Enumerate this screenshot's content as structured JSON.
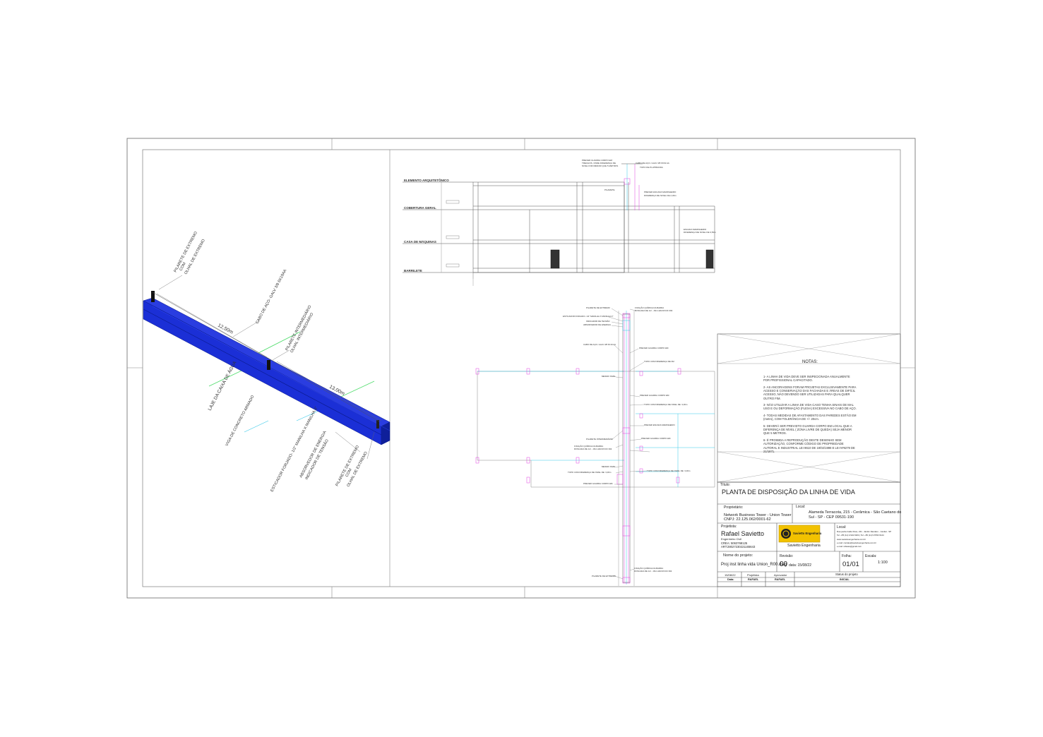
{
  "sheet": {
    "title_label": "Título:",
    "title": "PLANTA DE DISPOSIÇÃO DA LINHA DE VIDA",
    "owner_label": "Proprietário:",
    "owner_name": "Network Business Tower - Union Tower",
    "owner_cnpj": "CNPJ: 22.125.062/0001-62",
    "location_label": "Local:",
    "location_line1": "Alameda Terracota, 215 - Cerâmica - São Caetano do",
    "location_line2": "Sul - SP - CEP 09531-190",
    "designer_label": "Projetista:",
    "designer_name": "Rafael Savietto",
    "designer_role": "Engenheiro Civil",
    "designer_crea": "CREA: 5063768125",
    "designer_art": "ART:28027230221165643",
    "company_logo_text": "Savietto Engenharia",
    "company_name": "Savietto Engenharia",
    "company_location_label": "Local:",
    "company_address": "Rua pedra Calde Ross, 241 - Jardim Dandaro - Jundiaí - SP",
    "company_phone": "Tel: +55 (11) 4-522-5204 | Tel: +55 (11) 9 8790 6144",
    "company_site": "www.saviettoengenharia.com.br",
    "company_email": "e-mail: contato@saviettoengenharia.com.br",
    "company_email2": "e-mail: rafasav@gmail.com",
    "project_name_label": "Nome do projeto:",
    "project_file": "Proj inst linha vida Union_R00.dwg",
    "revision_label": "Revisão:",
    "revision": "00",
    "revision_date": "data: 15/08/22",
    "sheet_label": "Folha:",
    "sheet_number": "01/01",
    "scale_label": "Escala:",
    "scale": "1:100",
    "hist_date": "15/08/22",
    "hist_designer": "RAFAEL",
    "hist_approver": "RAFAEL",
    "hist_status": "INICIAL",
    "hist_h_date": "Data:",
    "hist_h_designer": "Projetista",
    "hist_h_approver": "Aprovador",
    "hist_h_status": "Status do projeto"
  },
  "notes": {
    "title": "NOTAS:",
    "items": [
      "1- A LINHA DE VIDA DEVE SER INSPECIONADA ANUALMENTE POR PROFISSIONAL CAPACITADO.",
      "2- AS ANCORAGENS FORAM PROJETAS EXCLUSIVAMENTE PARA ACESSO E CONSERVAÇÃO DAS FACHADAS E ÁREAS DE DIFÍCIL ACESSO, NÃO DEVENDO SER UTILIZADAS PARA QUALQUER OUTRO FIM.",
      "3- NÃO UTILIZAR A LINHA DE VIDA CASO TENHA SINAIS DE MAL USO E OU DEFORMAÇÃO (FLEXA) EXCESSIVA NO CABO DE AÇO.",
      "4- TODAS MEDIDAS DE AFASTAMENTO DAS PAREDES ESTÃO EM (metro), COM TOLERÂNCIA DE +/- 20cm.",
      "5- DEVERÁ SER PREVISTO GUARDA CORPO EM LOCAL QUE A DIFERENÇA DE NÍVEL ( ZONA LIVRE DE QUEDA) SEJA MENOR QUE 5 METROS.",
      "6- É PROIBIDA A REPRODUÇÃO DESTE DESENHO SEM AUTORIZAÇÃO, CONFORME CÓDIGO DE PROPRIEDADE AUTORAL E INDUSTRIAL LEI 9610 DE 19/02/1998 E LEI Nº9279 DE 21/1871."
    ]
  },
  "iso_labels": {
    "pilarete_extremo_top": "PILARETE DE EXTREMO",
    "com_top": "COM",
    "olhal_extremo_top": "OLHAL DE EXTREMO",
    "cabo_aco": "CABO DE AÇO- GALV 3/8 6X19AA",
    "dim_1250": "12,50m",
    "pilarete_intermediario": "PILARETE INTERMEDIÁRIO",
    "olhal_intermediario": "OLHAL INTERMEDIÁRIO",
    "laje": "LAJE DA CAIXA DE ÁGUA",
    "dim_1300": "13,00m",
    "viga": "VIGA DE CONCRETO ARMADO",
    "absorvedor": "ABSORVEDOR DE ENERGIA",
    "indicador": "INDICADOR DE TENSÃO",
    "esticador": "ESTICADOR FORJADO- 1/2\" MANILHA X MANILHA 3\"",
    "pilarete_extremo_bot": "PILARETE DE EXTREMO",
    "com_bot": "COM",
    "olhal_extremo_bot": "OLHAL DE EXTREMO"
  },
  "section_labels": {
    "level1": "ELEMENTO ARQUITETÔNICO",
    "level2": "COBERTURA GERAL",
    "level3": "CASA DE MÁQUINAS",
    "level4": "BARRILETE",
    "top_note1": "PREVER GUARDA CORPO EM",
    "top_note2": "TRECHOS, ONDE DIFERENÇA DE",
    "top_note3": "NIVEL FOR MENOR QUE 5 METROS",
    "top_note4": "CABO DE AÇO- GALV 3/8 6X19 AA",
    "top_note5": "TOPO DE PLATIBANDA",
    "top_note6": "PILARETE",
    "top_note7": "PREVER ESCADA MARINHEIRO",
    "top_note8": "DIFERENÇA DE NIVEL DE 2,30m",
    "right_note1": "ESCADA MARINHEIRO",
    "right_note2": "DIFERENÇA DE NIVEL DE 3,50m"
  },
  "plan_labels": {
    "pilarete_extremo_top": "PILARETE DE EXTREMO",
    "esticador": "ESTICADOR FORJADO- 1/2\" MANILHA X MANILHA 3\"",
    "indicador": "INDICADOR DE TENSÃO",
    "absorvedor": "ABSORVEDOR DE ENERGIA",
    "fixacao_top": "FIXAÇÃO QUÍMICA DA BARRA",
    "fixacao_top2": "ROSCADA DE 1/2 - 15cm EM ROCK 394",
    "cabo_aco": "CABO DE AÇO- GALV 3/8 6X19 AA",
    "guarda_corpo1": "PREVER GUARDA CORPO EM",
    "topo_3m": "TOPO COM DIFERENÇA DE 3M",
    "mesmo_nivel1": "MESMO NIVEL",
    "guarda_corpo2": "PREVER GUARDA CORPO EM",
    "topo_dif1": "TOPO COM DIFERENÇA DE NIVEL DE: 3,30m",
    "escada1": "PREVER ESCADA MARINHEIRO",
    "pilarete_inter": "PILARETE INTERMEDIÁRIO",
    "guarda_corpo3": "PREVER GUARDA CORPO EM",
    "fixacao_mid": "FIXAÇÃO QUÍMICA DA BARRA",
    "fixacao_mid2": "ROSCADA DE 1/2 - 15cm EM ROCK 394",
    "mesmo_nivel2": "MESMO NIVEL",
    "topo_dif2": "TOPO COM DIFERENÇA DE NIVEL DE: 3,30m",
    "topo_dif3": "TOPO COM DIFERENÇA DE NIVEL DE: 3,30m",
    "guarda_corpo4": "PREVER GUARDA CORPO EM",
    "fixacao_bot": "FIXAÇÃO QUÍMICA DA BARRA",
    "fixacao_bot2": "ROSCADA DE 1/2 - 15cm EM ROCK 394",
    "pilarete_extremo_bot": "PILARETE DE EXTREMO"
  },
  "colors": {
    "beam_blue": "#1b2fd6",
    "beam_dark": "#0a1a8a",
    "cable_green": "#4ddc6a",
    "cyan": "#35c8e8",
    "magenta": "#e040e0",
    "line": "#555555"
  }
}
